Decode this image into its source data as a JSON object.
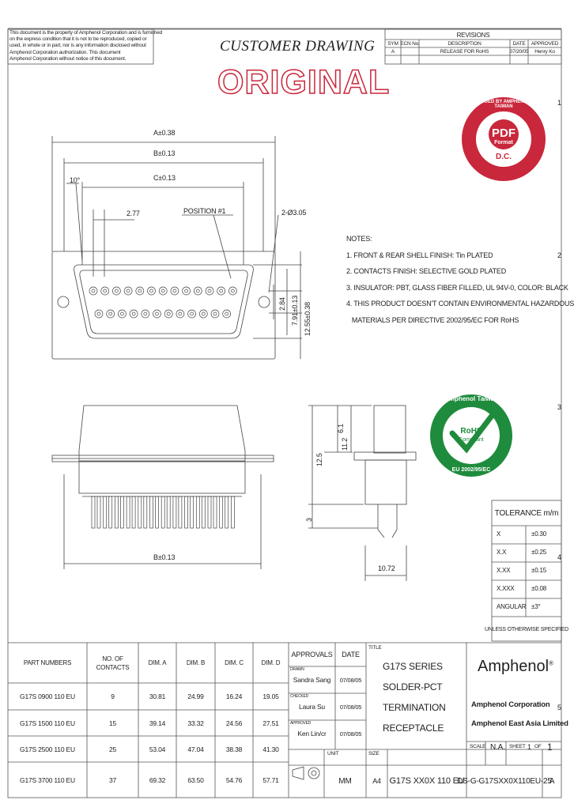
{
  "disclaimer": [
    "This document is the property of Amphenol Corporation and is furnished",
    "on the express condition that it is not to be reproduced, copied or",
    "used, in whole or in part, nor is any information disclosed without",
    "Amphenol Corporation authorization. This document",
    "Amphenol Corporation without notice of this document."
  ],
  "title": "CUSTOMER DRAWING",
  "stamp_original": "ORIGINAL",
  "revisions": {
    "header": "REVISIONS",
    "cols": [
      "SYM",
      "ECN No.",
      "DESCRIPTION",
      "DATE",
      "APPROVED"
    ],
    "row": [
      "A",
      "",
      "RELEASE FOR RoHS",
      "07/20/05",
      "Henry Ko"
    ]
  },
  "seal_pdf": {
    "text": "ISSUED BY AMPHENOL TAIWAN",
    "center": "PDF",
    "sub": "Format",
    "dc": "D.C."
  },
  "seal_rohs": {
    "ring": "Amphenol Taiwan",
    "center": "RoHS",
    "sub": "Compliant",
    "bottom": "EU 2002/95/EC"
  },
  "dims": {
    "a": "A±0.38",
    "b": "B±0.13",
    "c": "C±0.13",
    "deg": "10°",
    "d277": "2.77",
    "pos1": "POSITION #1",
    "hole": "2-Ø3.05",
    "v284": "2.84",
    "v791": "7.91±0.13",
    "v1255": "12.55±0.38",
    "b_side": "B±0.13",
    "h125": "12.5",
    "h112": "11.2",
    "h61": "6.1",
    "h3": "3",
    "w1072": "10.72"
  },
  "notes": {
    "header": "NOTES:",
    "items": [
      "1. FRONT & REAR SHELL FINISH: Tin PLATED",
      "2. CONTACTS FINISH: SELECTIVE GOLD PLATED",
      "3. INSULATOR: PBT, GLASS FIBER FILLED, UL 94V-0, COLOR: BLACK",
      "4. THIS PRODUCT DOESN'T CONTAIN ENVIRONMENTAL HAZARDOUS",
      "   MATERIALS PER DIRECTIVE 2002/95/EC FOR RoHS"
    ]
  },
  "tolerance": {
    "header": "TOLERANCE m/m",
    "rows": [
      [
        "X",
        "±0.30"
      ],
      [
        "X.X",
        "±0.25"
      ],
      [
        "X.XX",
        "±0.15"
      ],
      [
        "X.XXX",
        "±0.08"
      ],
      [
        "ANGULAR",
        "±3°"
      ]
    ],
    "footer": "UNLESS OTHERWISE SPECIFIED"
  },
  "parts": {
    "headers": [
      "PART NUMBERS",
      "NO. OF CONTACTS",
      "DIM. A",
      "DIM. B",
      "DIM. C",
      "DIM. D"
    ],
    "rows": [
      [
        "G17S 0900 110 EU",
        "9",
        "30.81",
        "24.99",
        "16.24",
        "19.05"
      ],
      [
        "G17S 1500 110 EU",
        "15",
        "39.14",
        "33.32",
        "24.56",
        "27.51"
      ],
      [
        "G17S 2500 110 EU",
        "25",
        "53.04",
        "47.04",
        "38.38",
        "41.30"
      ],
      [
        "G17S 3700 110 EU",
        "37",
        "69.32",
        "63.50",
        "54.76",
        "57.71"
      ]
    ]
  },
  "approvals": {
    "header": "APPROVALS",
    "date_header": "DATE",
    "rows": [
      {
        "role": "DRAWN",
        "name": "Sandra Sang",
        "date": "07/08/05"
      },
      {
        "role": "CHECKED",
        "name": "Laura Su",
        "date": "07/08/05"
      },
      {
        "role": "APPROVED",
        "name": "Ken Lin/cr",
        "date": "07/08/05"
      }
    ],
    "unit_label": "UNIT",
    "unit": "MM"
  },
  "titlebox": {
    "label": "TITLE",
    "lines": [
      "G17S SERIES",
      "SOLDER-PCT",
      "TERMINATION",
      "RECEPTACLE"
    ]
  },
  "brand": {
    "logo": "Amphenol",
    "reg": "®",
    "company1": "Amphenol Corporation",
    "company2": "Amphenol East Asia Limited"
  },
  "footer": {
    "scale_label": "SCALE",
    "scale": "N.A.",
    "sheet_label": "SHEET",
    "sheet": "1",
    "of_label": "OF",
    "of": "1",
    "size_label": "SIZE",
    "size": "A4",
    "part_no": "G17S XX0X 110 EU",
    "dwg_no": "DS-G-G17SXX0X110EU-25",
    "rev": "A"
  },
  "grid": {
    "top": [
      "1",
      "2",
      "3",
      "4",
      "5"
    ],
    "side": [
      "1",
      "2",
      "3",
      "4",
      "5"
    ]
  }
}
